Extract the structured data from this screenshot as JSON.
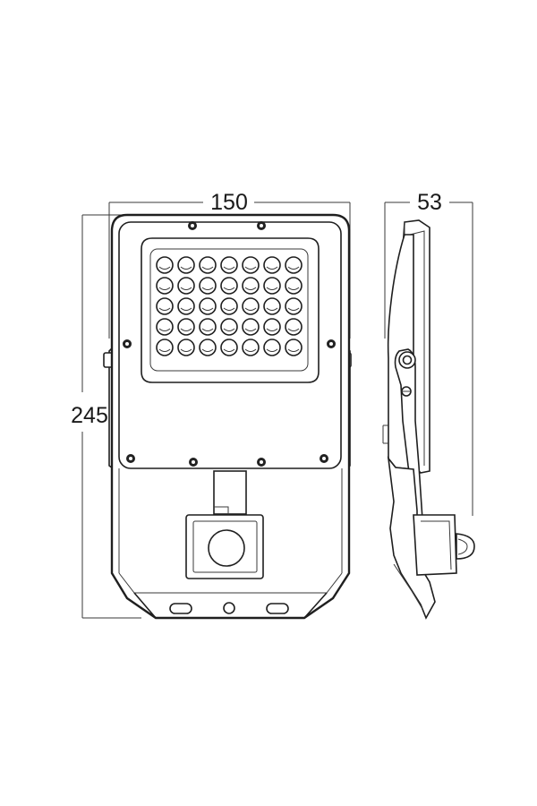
{
  "dimensions": {
    "width": "150",
    "depth": "53",
    "height": "245"
  },
  "colors": {
    "line": "#1f1f1f",
    "background": "#ffffff"
  },
  "front_view": {
    "led_grid": {
      "rows": 5,
      "cols": 7
    },
    "screws": 8
  }
}
